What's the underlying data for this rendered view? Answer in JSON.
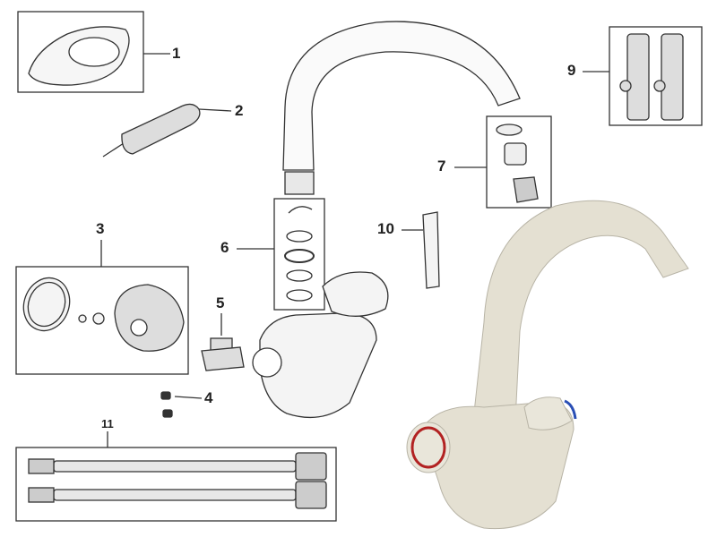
{
  "title": "Exploded parts diagram of a mixer tap",
  "callouts": [
    {
      "id": "1",
      "label": "1"
    },
    {
      "id": "2",
      "label": "2"
    },
    {
      "id": "3",
      "label": "3"
    },
    {
      "id": "4",
      "label": "4"
    },
    {
      "id": "5",
      "label": "5"
    },
    {
      "id": "6",
      "label": "6"
    },
    {
      "id": "7",
      "label": "7"
    },
    {
      "id": "9",
      "label": "9"
    },
    {
      "id": "10",
      "label": "10"
    },
    {
      "id": "11",
      "label": "11"
    }
  ],
  "colors": {
    "line": "#333333",
    "tap_body": "#e4e0d2",
    "hot_cap": "#b22222",
    "cold_cap": "#2a4fb5"
  }
}
